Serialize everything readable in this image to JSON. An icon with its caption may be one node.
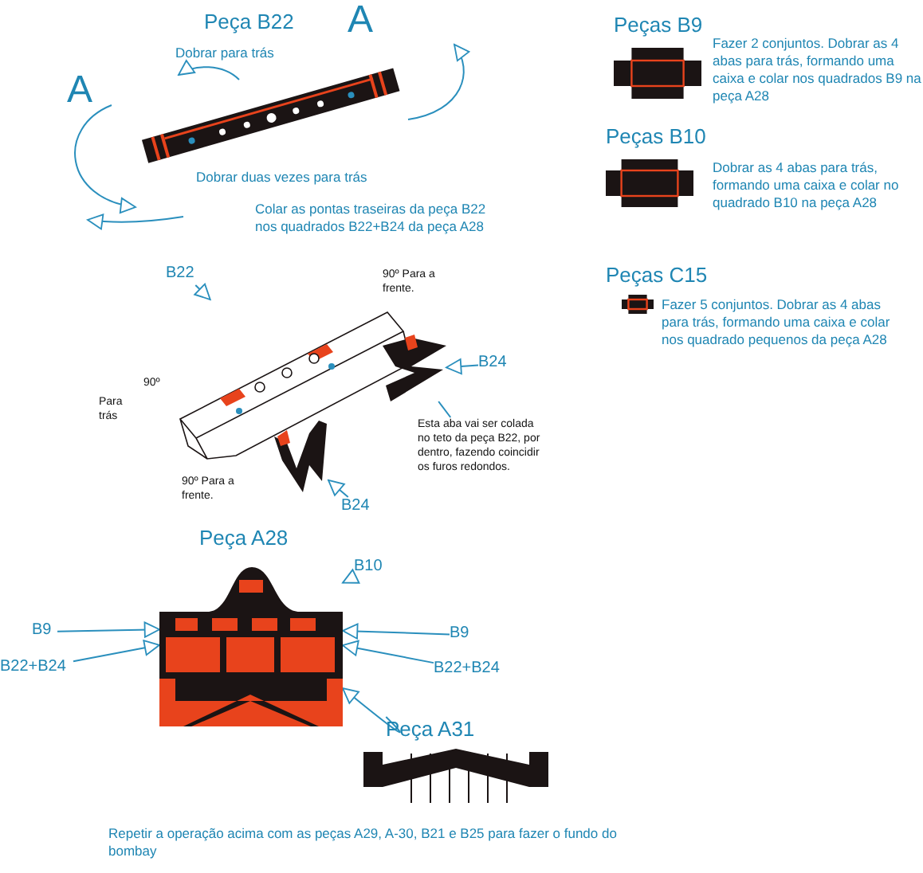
{
  "diagram": {
    "nodes": [
      {
        "text": [
          "Peça B22"
        ],
        "beside": [
          "Dobrar para trás",
          "Dobrar duas vezes para trás"
        ]
      },
      {
        "text": [
          "Peças B9"
        ],
        "beside": [
          "Fazer 2 conjuntos. Dobrar as 4 abas para trás, formando uma caixa e colar nos quadrados  B9 na peça A28"
        ]
      },
      {
        "text": [
          "Peças B10"
        ],
        "beside": [
          "Dobrar as 4 abas para trás, formando uma caixa e colar no quadrado B10 na peça A28"
        ]
      },
      {
        "text": [
          "Peças C15"
        ],
        "beside": [
          "Fazer 5 conjuntos. Dobrar as 4 abas para trás, formando uma caixa e colar nos quadrado pequenos da peça A28"
        ]
      },
      {
        "text": [
          "B22"
        ]
      },
      {
        "text": [],
        "shape": "picture"
      },
      {
        "text": [
          "B24"
        ]
      },
      {
        "text": [],
        "shape": "picture"
      },
      {
        "text": [],
        "shape": "picture"
      },
      {
        "text": [
          "B24"
        ]
      },
      {
        "text": [
          "Esta aba vai ser colada no teto da peça B22, por dentro, fazendo coincidir os furos redondos."
        ]
      },
      {
        "text": [
          "Peça A28"
        ]
      },
      {
        "text": [
          "B10"
        ]
      },
      {
        "text": [
          "B9"
        ]
      },
      {
        "text": [
          "B22+B24"
        ]
      },
      {
        "text": [
          "B9"
        ]
      },
      {
        "text": [
          "B22+B24"
        ]
      },
      {
        "text": [
          "Peça A31"
        ]
      }
    ],
    "edges": [
      {
        "from": 4,
        "to": 5,
        "arrow": "to"
      },
      {
        "from": 6,
        "to": 7,
        "arrow": "to"
      },
      {
        "from": 9,
        "to": 8,
        "arrow": "to"
      },
      {
        "from": 10,
        "to": 7,
        "arrow": "none"
      },
      {
        "from": 12,
        "to": 11,
        "arrow": "to"
      },
      {
        "from": 13,
        "to": 11,
        "arrow": "to"
      },
      {
        "from": 14,
        "to": 11,
        "arrow": "to"
      },
      {
        "from": 15,
        "to": 11,
        "arrow": "to"
      },
      {
        "from": 16,
        "to": 11,
        "arrow": "to"
      },
      {
        "from": 17,
        "to": 11,
        "arrow": "to"
      }
    ],
    "labels": [
      "A",
      "A",
      "Colar as pontas traseiras da peça B22 nos quadrados B22+B24 da peça A28",
      "90º Para a frente.",
      "Para trás",
      "90º",
      "90º Para a frente.",
      "Repetir a operação acima com as peças A29, A-30, B21 e B25 para fazer o fundo do bombay"
    ]
  }
}
